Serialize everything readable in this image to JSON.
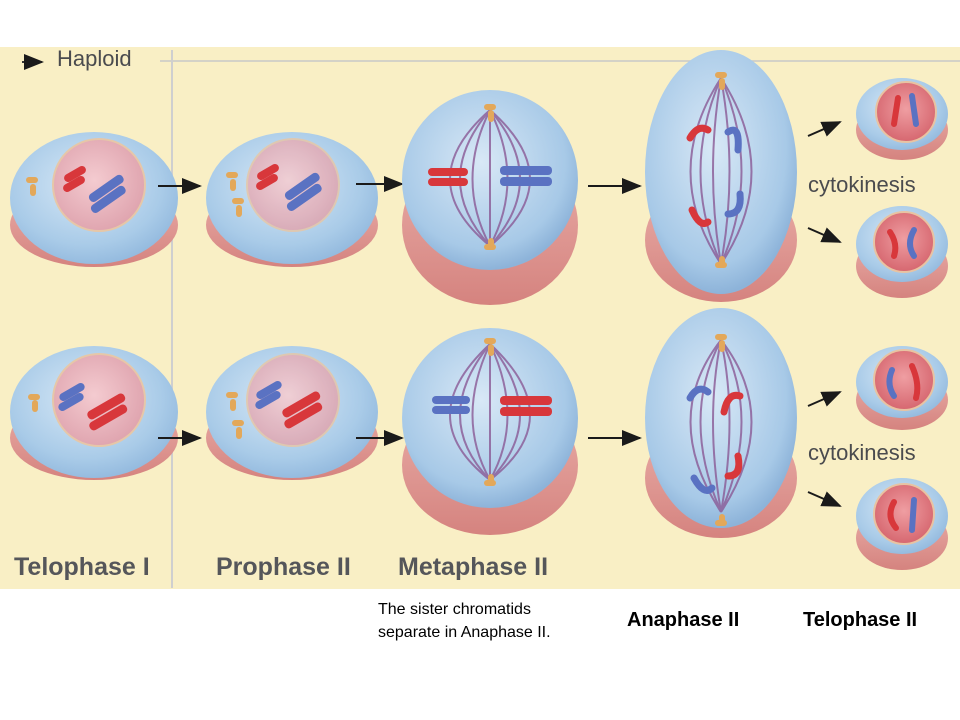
{
  "header": {
    "haploid_label": "Haploid"
  },
  "stage_labels": {
    "telophase_1": "Telophase I",
    "prophase_2": "Prophase II",
    "metaphase_2": "Metaphase II"
  },
  "cytokinesis_labels": [
    "cytokinesis",
    "cytokinesis"
  ],
  "caption": {
    "line1": "The sister chromatids",
    "line2": "separate in Anaphase II."
  },
  "bottom_labels": {
    "anaphase_2": "Anaphase II",
    "telophase_2": "Telophase II"
  },
  "colors": {
    "background_panel": "#f9efc5",
    "cell_blue": "#a9cbe8",
    "cell_pink": "#e9a3a3",
    "chromosome_red": "#d8373b",
    "chromosome_blue": "#5a72c2",
    "spindle": "#8a5a96",
    "centrosome": "#e3a85a"
  }
}
